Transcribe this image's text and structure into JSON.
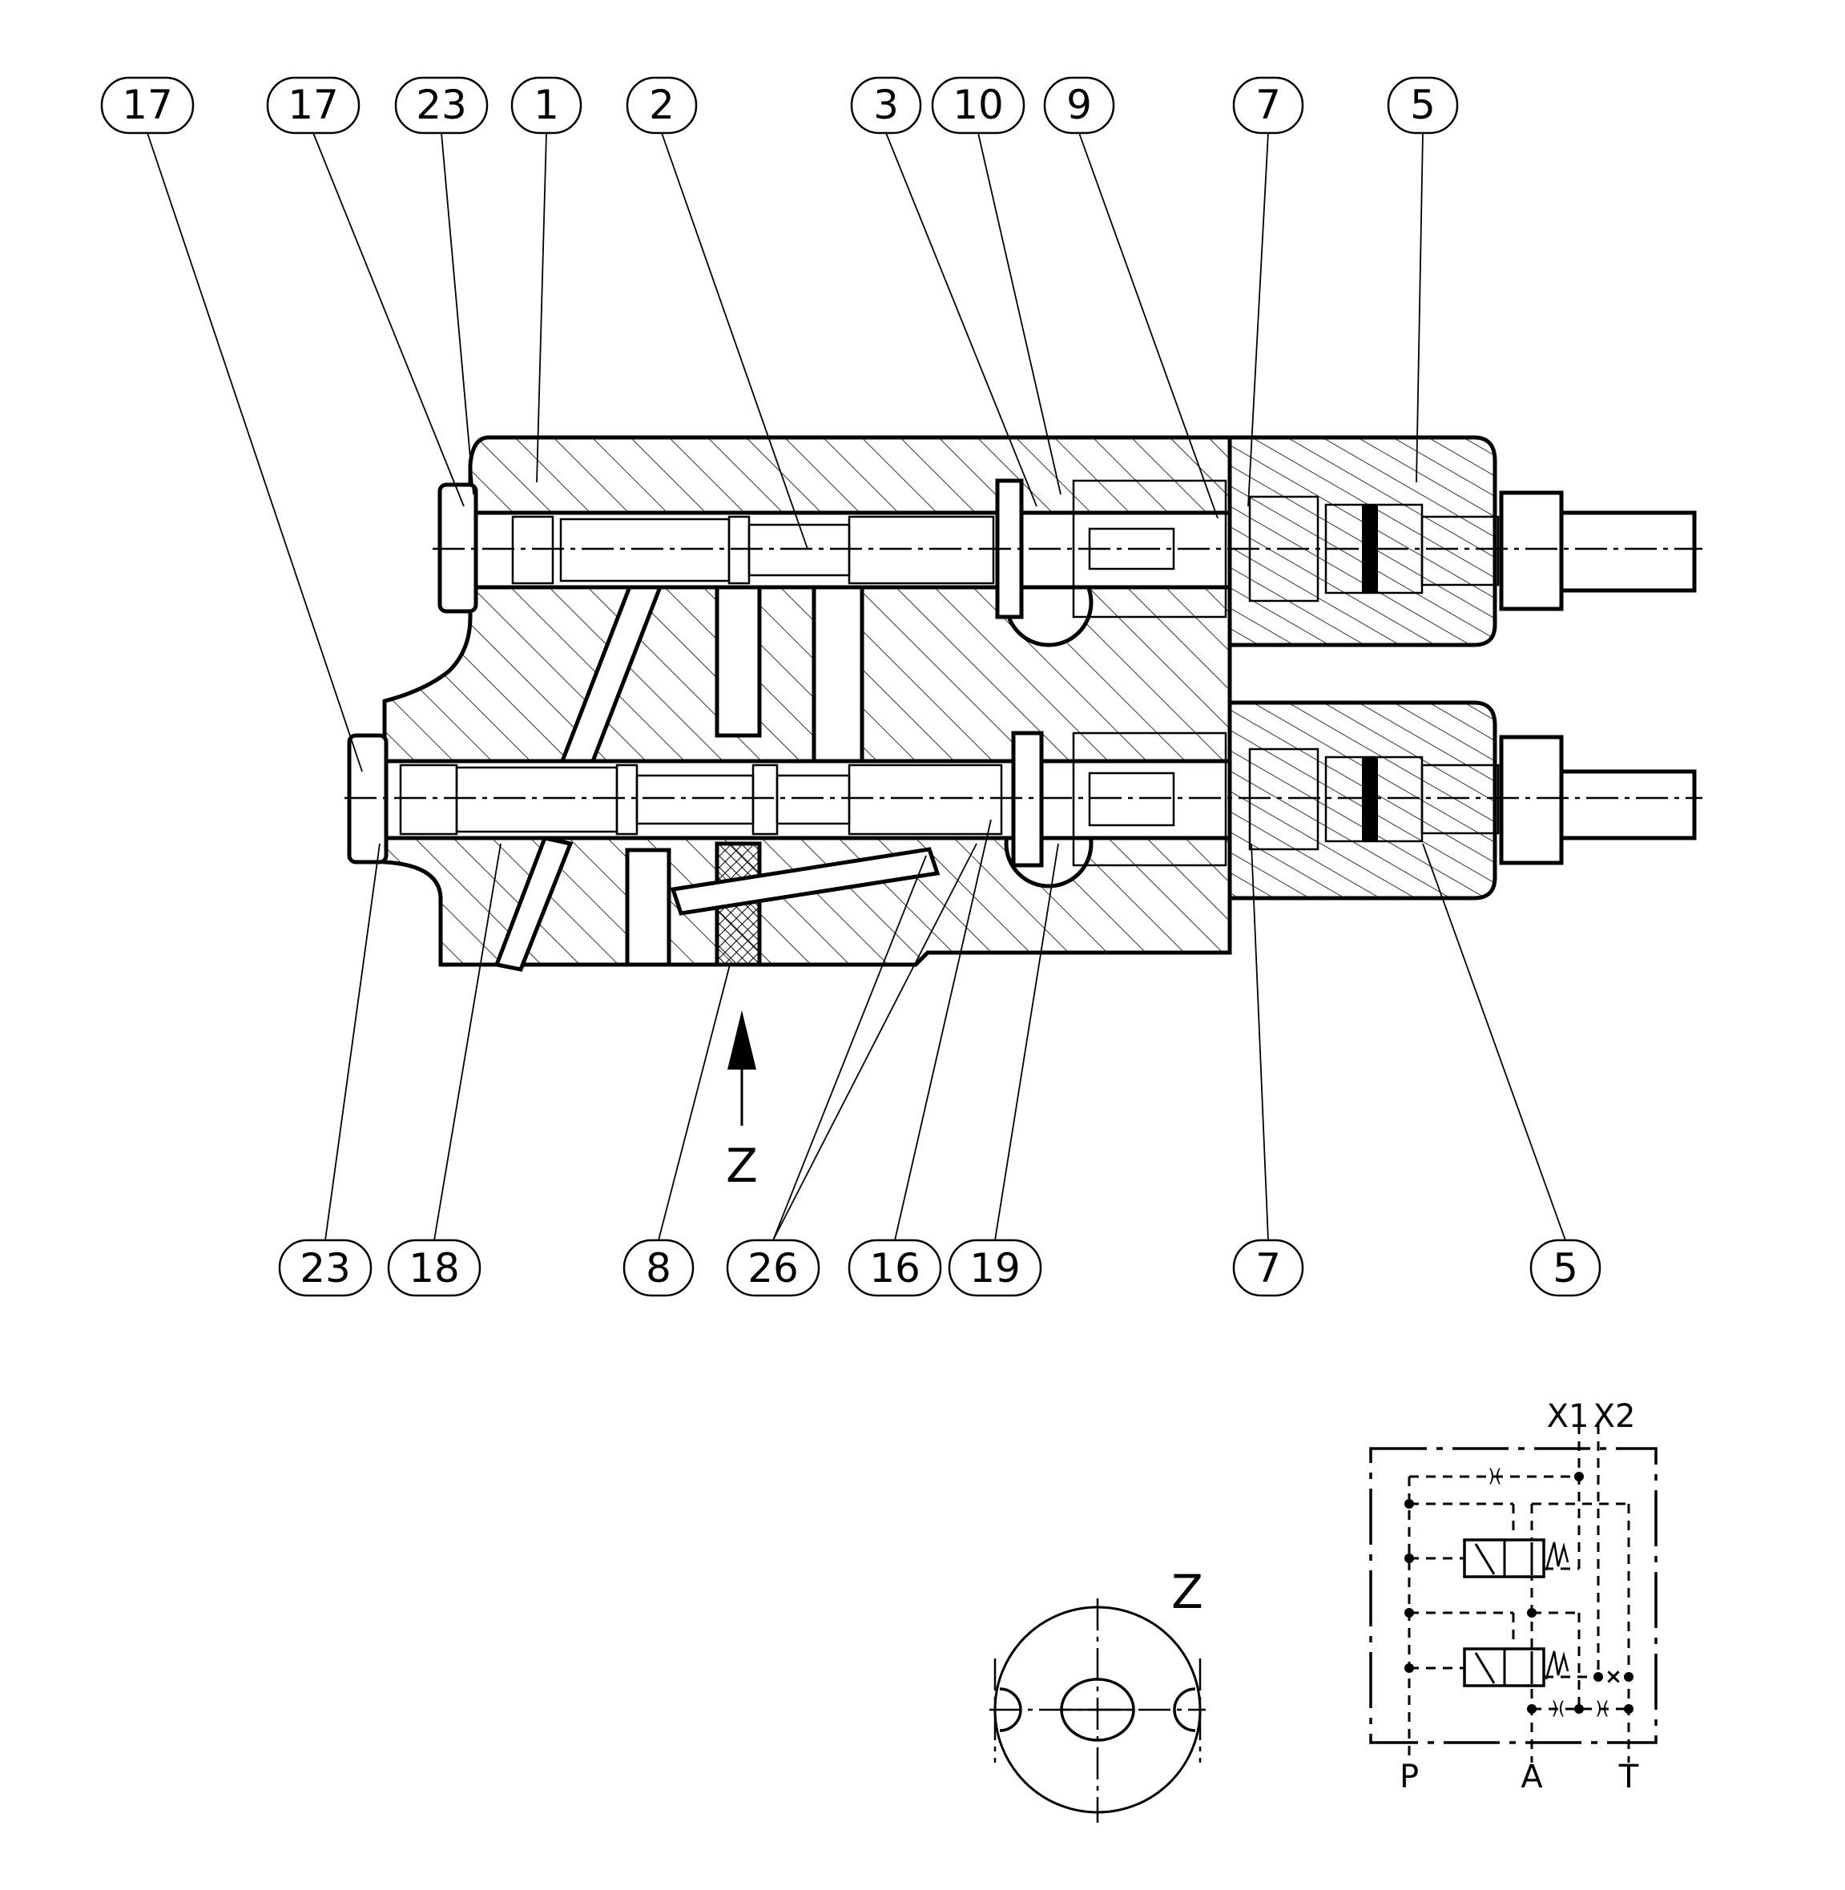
{
  "drawing": {
    "top_callouts": [
      "17",
      "17",
      "23",
      "1",
      "2",
      "3",
      "10",
      "9",
      "7",
      "5"
    ],
    "bottom_callouts": [
      "23",
      "18",
      "8",
      "26",
      "16",
      "19",
      "7",
      "5"
    ],
    "view_arrow_label": "Z",
    "detail_view_label": "Z"
  },
  "schematic": {
    "pilot_ports": [
      "X1",
      "X2"
    ],
    "main_ports": [
      "P",
      "A",
      "T"
    ]
  }
}
